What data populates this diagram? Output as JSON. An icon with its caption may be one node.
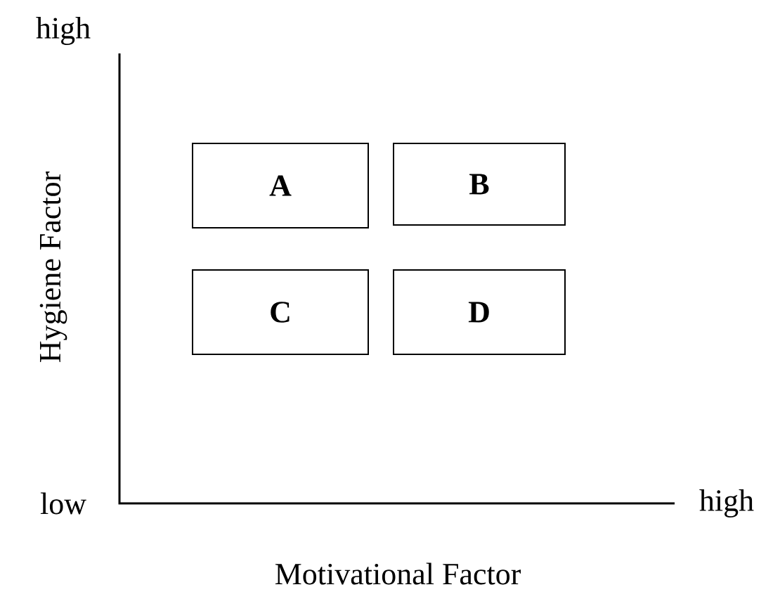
{
  "diagram": {
    "nodes": [
      {
        "text": [
          "A"
        ]
      },
      {
        "text": [
          "B"
        ]
      },
      {
        "text": [
          "C"
        ]
      },
      {
        "text": [
          "D"
        ]
      }
    ],
    "labels": [
      "high",
      "Hygiene Factor",
      "low",
      "high",
      "Motivational Factor"
    ]
  }
}
